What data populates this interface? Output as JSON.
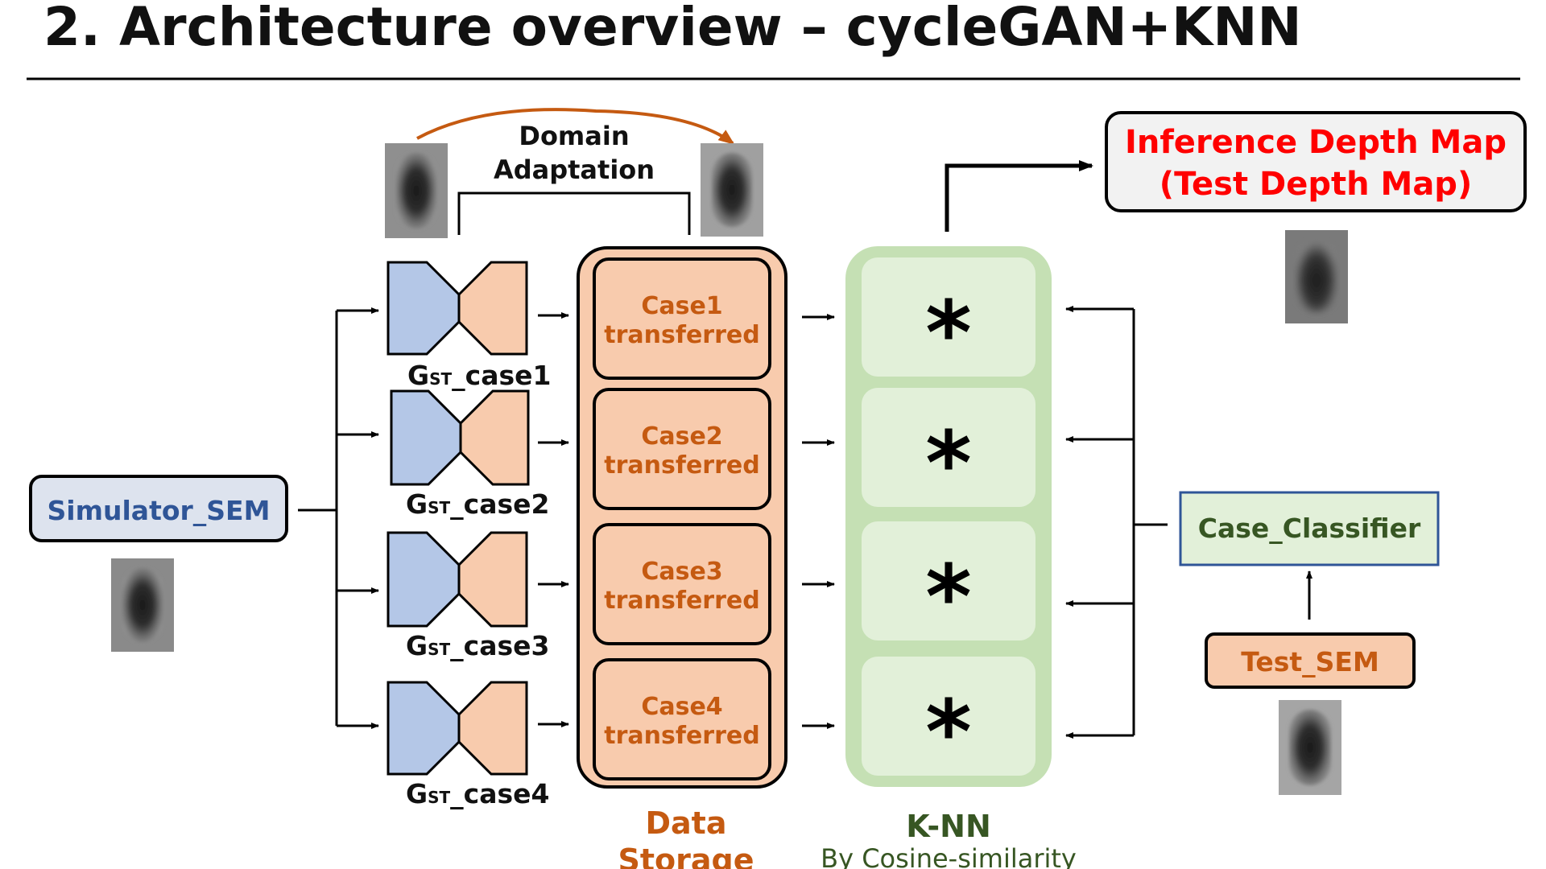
{
  "title": "2. Architecture overview – cycleGAN+KNN",
  "domain_adaptation": {
    "line1": "Domain",
    "line2": "Adaptation"
  },
  "simulator": {
    "label": "Simulator_SEM"
  },
  "generators": [
    {
      "g": "G",
      "sub": "ST",
      "suffix": "_case1"
    },
    {
      "g": "G",
      "sub": "ST",
      "suffix": "_case2"
    },
    {
      "g": "G",
      "sub": "ST",
      "suffix": "_case3"
    },
    {
      "g": "G",
      "sub": "ST",
      "suffix": "_case4"
    }
  ],
  "data_storage": {
    "label_line1": "Data",
    "label_line2": "Storage",
    "cases": [
      {
        "line1": "Case1",
        "line2": "transferred"
      },
      {
        "line1": "Case2",
        "line2": "transferred"
      },
      {
        "line1": "Case3",
        "line2": "transferred"
      },
      {
        "line1": "Case4",
        "line2": "transferred"
      }
    ]
  },
  "knn": {
    "label": "K-NN",
    "sublabel": "By Cosine-similarity",
    "cells": [
      "*",
      "*",
      "*",
      "*"
    ]
  },
  "inference": {
    "line1": "Inference Depth Map",
    "line2": "(Test Depth Map)"
  },
  "case_classifier": {
    "label": "Case_Classifier"
  },
  "test_sem": {
    "label": "Test_SEM"
  },
  "colors": {
    "title": "#111111",
    "simulator_text": "#2f5597",
    "simulator_fill": "#dde3ee",
    "encoder_blue": "#b4c7e7",
    "decoder_peach": "#f8cbad",
    "storage_fill": "#f8cbad",
    "case_text": "#c55a11",
    "knn_outer": "#c5e0b4",
    "knn_cell": "#e2f0d9",
    "knn_text": "#375623",
    "inference_text": "#ff0000",
    "classifier_fill": "#e2f0d9",
    "classifier_border": "#2f5597",
    "domain_arrow": "#c55a11"
  }
}
